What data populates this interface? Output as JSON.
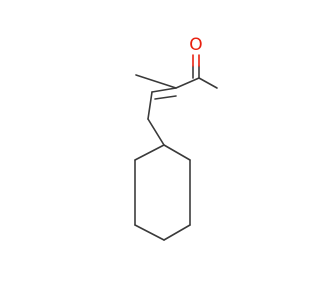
{
  "molecule": {
    "atoms": [
      {
        "id": "o1",
        "element": "O",
        "label": "O",
        "color": "#e8200f"
      }
    ]
  }
}
